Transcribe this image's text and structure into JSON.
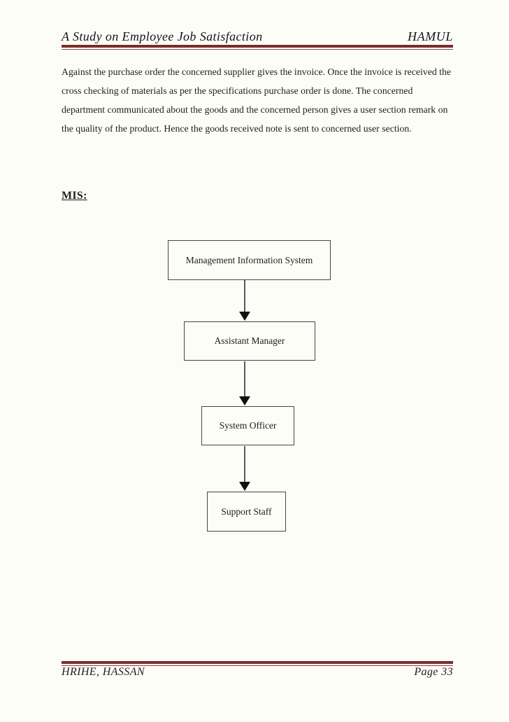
{
  "header": {
    "title": "A Study on Employee Job Satisfaction",
    "brand": "HAMUL"
  },
  "body": {
    "paragraph": "Against the purchase order the concerned supplier gives the invoice. Once the invoice is received the cross checking of materials as per the specifications purchase order is done. The concerned department communicated about the goods and the concerned person gives a user section remark on the quality of the product. Hence the goods received note is sent to concerned user section.",
    "section_heading": "MIS:"
  },
  "diagram": {
    "type": "flowchart",
    "direction": "top-down",
    "nodes": [
      {
        "label": "Management Information System"
      },
      {
        "label": "Assistant Manager"
      },
      {
        "label": "System Officer"
      },
      {
        "label": "Support Staff"
      }
    ],
    "edges": [
      [
        0,
        1
      ],
      [
        1,
        2
      ],
      [
        2,
        3
      ]
    ]
  },
  "footer": {
    "left": "HRIHE, HASSAN",
    "right": "Page 33"
  },
  "colors": {
    "page_bg": "#fdfdf8",
    "text": "#1d1d1d",
    "rule": "#7b2c2c",
    "rule_thin": "#8f4040",
    "box_border": "#454545",
    "arrow_line": "#5a5a5a",
    "arrow_head": "#111111"
  }
}
